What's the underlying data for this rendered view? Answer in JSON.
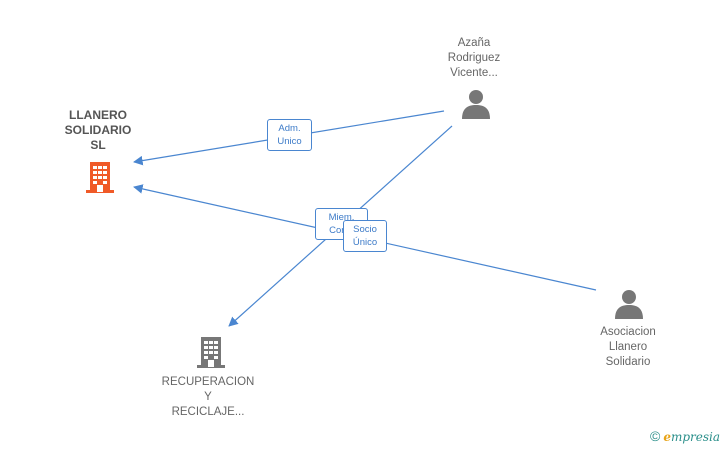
{
  "nodes": {
    "llanero": {
      "lines": [
        "LLANERO",
        "SOLIDARIO",
        "SL"
      ],
      "icon": "building-icon",
      "color": "#f05a28"
    },
    "azana": {
      "lines": [
        "Azaña",
        "Rodriguez",
        "Vicente..."
      ],
      "icon": "person-icon",
      "color": "#777777"
    },
    "asociacion": {
      "lines": [
        "Asociacion",
        "Llanero",
        "Solidario"
      ],
      "icon": "person-icon",
      "color": "#777777"
    },
    "recuperacion": {
      "lines": [
        "RECUPERACION",
        "Y",
        "RECICLAJE..."
      ],
      "icon": "building-icon",
      "color": "#777777"
    }
  },
  "edges": {
    "adm": {
      "lines": [
        "Adm.",
        "Unico"
      ]
    },
    "miem": {
      "lines": [
        "Miem.",
        "Cons."
      ]
    },
    "socio": {
      "lines": [
        "Socio",
        "Único"
      ]
    }
  },
  "colors": {
    "edge": "#4a86d0"
  },
  "brand": {
    "copyright": "©",
    "e": "e",
    "rest": "mpresia"
  }
}
